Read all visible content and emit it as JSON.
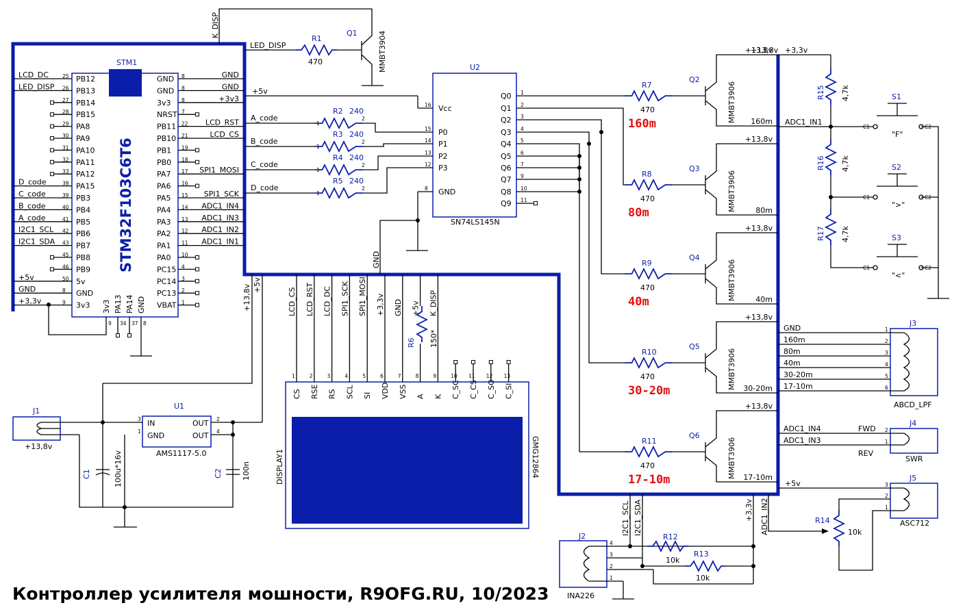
{
  "title": "Контроллер усилителя мошности, R9OFG.RU, 10/2023",
  "mcu": {
    "ref": "STM1",
    "name": "STM32F103C6T6",
    "left_pins": [
      {
        "name": "PB12",
        "num": "25",
        "net": "LCD_DC"
      },
      {
        "name": "PB13",
        "num": "26",
        "net": "LED_DISP"
      },
      {
        "name": "PB14",
        "num": "27",
        "net": ""
      },
      {
        "name": "PB15",
        "num": "28",
        "net": ""
      },
      {
        "name": "PA8",
        "num": "29",
        "net": ""
      },
      {
        "name": "PA9",
        "num": "30",
        "net": ""
      },
      {
        "name": "PA10",
        "num": "31",
        "net": ""
      },
      {
        "name": "PA11",
        "num": "32",
        "net": ""
      },
      {
        "name": "PA12",
        "num": "33",
        "net": ""
      },
      {
        "name": "PA15",
        "num": "38",
        "net": "D_code"
      },
      {
        "name": "PB3",
        "num": "39",
        "net": "C_code"
      },
      {
        "name": "PB4",
        "num": "40",
        "net": "B_code"
      },
      {
        "name": "PB5",
        "num": "41",
        "net": "A_code"
      },
      {
        "name": "PB6",
        "num": "42",
        "net": "I2C1_SCL"
      },
      {
        "name": "PB7",
        "num": "43",
        "net": "I2C1_SDA"
      },
      {
        "name": "PB8",
        "num": "45",
        "net": ""
      },
      {
        "name": "PB9",
        "num": "46",
        "net": ""
      },
      {
        "name": "5v",
        "num": "50",
        "net": "+5v"
      },
      {
        "name": "GND",
        "num": "8",
        "net": "GND"
      },
      {
        "name": "3v3",
        "num": "9",
        "net": "+3,3v"
      }
    ],
    "right_pins": [
      {
        "name": "GND",
        "num": "8",
        "net": "GND"
      },
      {
        "name": "GND",
        "num": "8",
        "net": "GND"
      },
      {
        "name": "3v3",
        "num": "8",
        "net": "+3v3"
      },
      {
        "name": "NRST",
        "num": "7",
        "net": ""
      },
      {
        "name": "PB11",
        "num": "22",
        "net": "LCD_RST"
      },
      {
        "name": "PB10",
        "num": "21",
        "net": "LCD_CS"
      },
      {
        "name": "PB1",
        "num": "19",
        "net": ""
      },
      {
        "name": "PB0",
        "num": "18",
        "net": ""
      },
      {
        "name": "PA7",
        "num": "17",
        "net": "SPI1_MOSI"
      },
      {
        "name": "PA6",
        "num": "16",
        "net": ""
      },
      {
        "name": "PA5",
        "num": "15",
        "net": "SPI1_SCK"
      },
      {
        "name": "PA4",
        "num": "14",
        "net": "ADC1_IN4"
      },
      {
        "name": "PA3",
        "num": "13",
        "net": "ADC1_IN3"
      },
      {
        "name": "PA2",
        "num": "12",
        "net": "ADC1_IN2"
      },
      {
        "name": "PA1",
        "num": "11",
        "net": "ADC1_IN1"
      },
      {
        "name": "PA0",
        "num": "10",
        "net": ""
      },
      {
        "name": "PC15",
        "num": "4",
        "net": ""
      },
      {
        "name": "PC14",
        "num": "3",
        "net": ""
      },
      {
        "name": "PC13",
        "num": "2",
        "net": ""
      },
      {
        "name": "VBAT",
        "num": "1",
        "net": ""
      }
    ],
    "bottom_pins": [
      {
        "name": "3v3",
        "num": "9"
      },
      {
        "name": "PA13",
        "num": "34"
      },
      {
        "name": "PA14",
        "num": "37"
      },
      {
        "name": "GND",
        "num": "8"
      }
    ]
  },
  "decoder": {
    "ref": "U2",
    "name": "SN74LS145N",
    "inputs": [
      {
        "name": "Vcc",
        "num": "16"
      },
      {
        "name": "P0",
        "num": "15"
      },
      {
        "name": "P1",
        "num": "14"
      },
      {
        "name": "P2",
        "num": "13"
      },
      {
        "name": "P3",
        "num": "12"
      },
      {
        "name": "GND",
        "num": "8"
      }
    ],
    "outputs": [
      {
        "name": "Q0",
        "num": "1"
      },
      {
        "name": "Q1",
        "num": "2"
      },
      {
        "name": "Q2",
        "num": "3"
      },
      {
        "name": "Q3",
        "num": "4"
      },
      {
        "name": "Q4",
        "num": "5"
      },
      {
        "name": "Q5",
        "num": "6"
      },
      {
        "name": "Q6",
        "num": "7"
      },
      {
        "name": "Q7",
        "num": "9"
      },
      {
        "name": "Q8",
        "num": "10"
      },
      {
        "name": "Q9",
        "num": "11"
      }
    ]
  },
  "code_resistors": [
    {
      "ref": "R2",
      "val": "240",
      "net": "A_code"
    },
    {
      "ref": "R3",
      "val": "240",
      "net": "B_code"
    },
    {
      "ref": "R4",
      "val": "240",
      "net": "C_code"
    },
    {
      "ref": "R5",
      "val": "240",
      "net": "D_code"
    }
  ],
  "bands": [
    {
      "r": "R7",
      "q": "Q2",
      "band": "160m",
      "net": "160m"
    },
    {
      "r": "R8",
      "q": "Q3",
      "band": "80m",
      "net": "80m"
    },
    {
      "r": "R9",
      "q": "Q4",
      "band": "40m",
      "net": "40m"
    },
    {
      "r": "R10",
      "q": "Q5",
      "band": "30-20m",
      "net": "30-20m"
    },
    {
      "r": "R11",
      "q": "Q6",
      "band": "17-10m",
      "net": "17-10m"
    }
  ],
  "band_common": {
    "r_val": "470",
    "q_type": "MMBT3906",
    "supply": "+13,8v"
  },
  "led_drive": {
    "r": "R1",
    "r_val": "470",
    "q": "Q1",
    "q_type": "MMBT3904",
    "net": "LED_DISP",
    "k_net": "K_DISP"
  },
  "display": {
    "ref": "DISPLAY1",
    "type": "GMG12864",
    "pins": [
      {
        "name": "CS",
        "num": "1",
        "net": "LCD_CS"
      },
      {
        "name": "RSE",
        "num": "2",
        "net": "LCD_RST"
      },
      {
        "name": "RS",
        "num": "3",
        "net": "LCD_DC"
      },
      {
        "name": "SCL",
        "num": "4",
        "net": "SPI1_SCK"
      },
      {
        "name": "SI",
        "num": "5",
        "net": "SPI1_MOSI"
      },
      {
        "name": "VDD",
        "num": "6",
        "net": "+3,3v"
      },
      {
        "name": "VSS",
        "num": "7",
        "net": "GND"
      },
      {
        "name": "A",
        "num": "8",
        "net": "+5v"
      },
      {
        "name": "K",
        "num": "9",
        "net": "K_DISP"
      },
      {
        "name": "C_SC",
        "num": "10",
        "net": ""
      },
      {
        "name": "C_CS",
        "num": "11",
        "net": ""
      },
      {
        "name": "C_SO",
        "num": "12",
        "net": ""
      },
      {
        "name": "C_SI",
        "num": "13",
        "net": ""
      }
    ],
    "r6": {
      "ref": "R6",
      "val": "150*"
    }
  },
  "regulator": {
    "ref": "U1",
    "type": "AMS1117-5.0",
    "pins": [
      {
        "name": "IN",
        "num": "3"
      },
      {
        "name": "GND",
        "num": "1"
      },
      {
        "name": "OUT",
        "num": "2"
      },
      {
        "name": "OUT",
        "num": "4"
      }
    ]
  },
  "caps": [
    {
      "ref": "C1",
      "val": "100u*16v"
    },
    {
      "ref": "C2",
      "val": "100n"
    }
  ],
  "connectors": {
    "j1": {
      "ref": "J1",
      "label": "+13,8v"
    },
    "j2": {
      "ref": "J2",
      "label": "INA226"
    },
    "j3": {
      "ref": "J3",
      "label": "ABCD_LPF",
      "nets": [
        "GND",
        "160m",
        "80m",
        "40m",
        "30-20m",
        "17-10m"
      ]
    },
    "j4": {
      "ref": "J4",
      "label": "SWR",
      "nets": [
        "ADC1_IN4",
        "ADC1_IN3"
      ],
      "pin_labels": [
        "FWD",
        "REV"
      ]
    },
    "j5": {
      "ref": "J5",
      "label": "ASC712"
    }
  },
  "buttons": {
    "resistors": [
      {
        "ref": "R15",
        "val": "4,7k"
      },
      {
        "ref": "R16",
        "val": "4,7k"
      },
      {
        "ref": "R17",
        "val": "4,7k"
      }
    ],
    "switches": [
      {
        "ref": "S1",
        "label": "\"F\""
      },
      {
        "ref": "S2",
        "label": "\">\""
      },
      {
        "ref": "S3",
        "label": "\"<\""
      }
    ],
    "supply": "+3,3v",
    "net": "ADC1_IN1"
  },
  "ina": {
    "r12": {
      "ref": "R12",
      "val": "10k"
    },
    "r13": {
      "ref": "R13",
      "val": "10k"
    },
    "nets": [
      "I2C1_SCL",
      "I2C1_SDA",
      "+3,3v"
    ]
  },
  "asc": {
    "ref": "R14",
    "val": "10k",
    "net": "ADC1_IN2",
    "supply": "+5v"
  },
  "nets": {
    "plus5": "+5v",
    "plus138": "+13,8v",
    "gnd": "GND",
    "plus33": "+3,3v",
    "k_disp": "K_DISP"
  }
}
